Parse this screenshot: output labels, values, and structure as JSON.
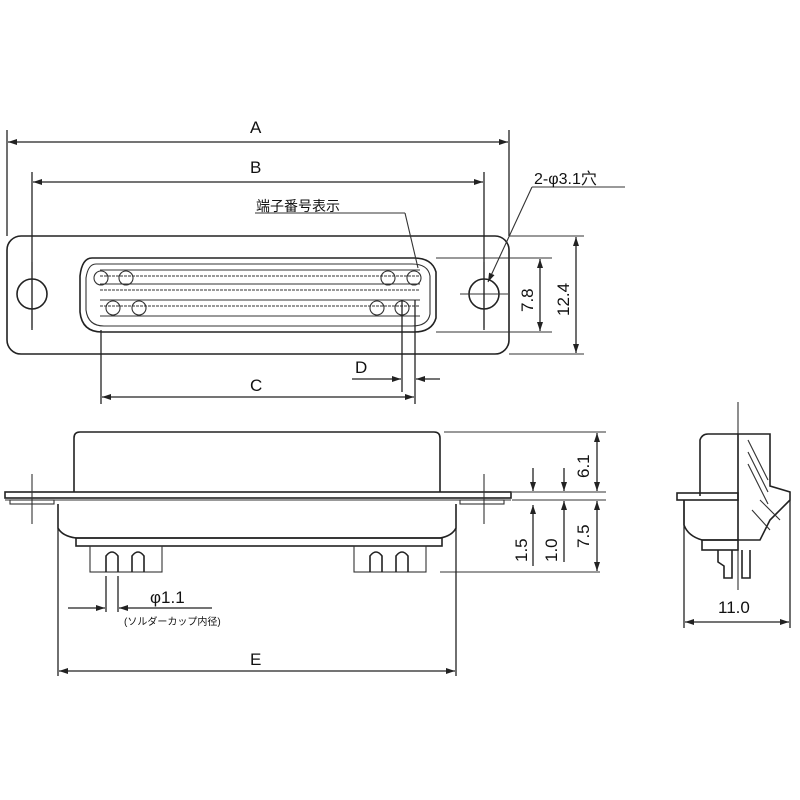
{
  "drawing": {
    "subject": "D-sub connector outline dimensions",
    "line_color": "#222222",
    "background": "#ffffff"
  },
  "labels": {
    "dim_a": "A",
    "dim_b": "B",
    "dim_c": "C",
    "dim_d": "D",
    "dim_e": "E",
    "terminal_number_note": "端子番号表示",
    "hole_note": "2-φ3.1穴",
    "height_inner": "7.8",
    "height_outer": "12.4",
    "top_height": "6.1",
    "flange_1": "1.5",
    "flange_2": "1.0",
    "bottom_height": "7.5",
    "cup_diameter": "φ1.1",
    "cup_note": "(ソルダーカップ内径)",
    "side_width": "11.0"
  },
  "views": [
    {
      "name": "front-view",
      "dims": [
        "A",
        "B",
        "C",
        "D",
        "7.8",
        "12.4",
        "2-φ3.1穴"
      ]
    },
    {
      "name": "top-view",
      "dims": [
        "E",
        "6.1",
        "1.5",
        "1.0",
        "7.5",
        "φ1.1"
      ]
    },
    {
      "name": "side-view",
      "dims": [
        "11.0"
      ]
    }
  ]
}
